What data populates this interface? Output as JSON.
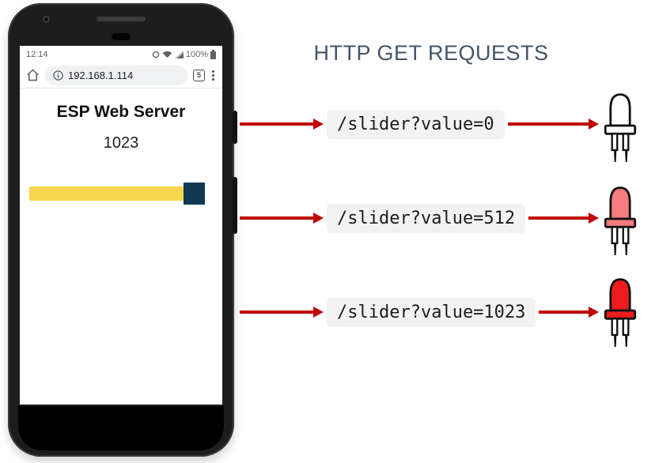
{
  "phone": {
    "status_bar": {
      "time": "12:14",
      "battery_percent": "100%"
    },
    "browser_bar": {
      "url": "192.168.1.114",
      "tab_count": "5"
    },
    "webpage": {
      "heading": "ESP Web Server",
      "slider_value": "1023",
      "slider_percent": 100
    }
  },
  "diagram": {
    "heading": "HTTP GET REQUESTS",
    "rows": [
      {
        "request": "/slider?value=0",
        "led_state": "off"
      },
      {
        "request": "/slider?value=512",
        "led_state": "dim"
      },
      {
        "request": "/slider?value=1023",
        "led_state": "bright"
      }
    ]
  },
  "colors": {
    "arrow_red": "#c00000",
    "heading_blue": "#44546a",
    "code_box_bg": "#f2f2f2",
    "slider_track_yellow": "#f8d64e",
    "slider_thumb_navy": "#113a52",
    "led_off": "#ffffff",
    "led_dim": "#f47c7c",
    "led_bright": "#ec1c1c"
  }
}
